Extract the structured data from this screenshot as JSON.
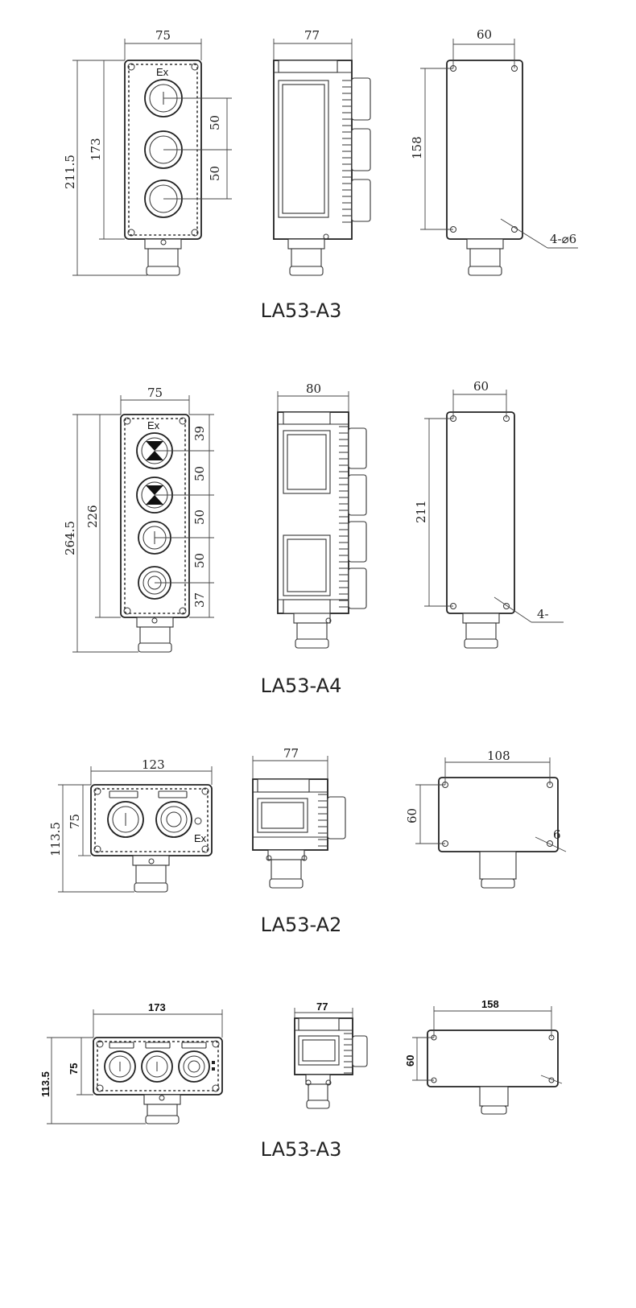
{
  "drawings": [
    {
      "caption": "LA53-A3",
      "front": {
        "width": "75",
        "height_outer": "211.5",
        "height_inner": "173",
        "pitch_1": "50",
        "pitch_2": "50",
        "mark": "Ex"
      },
      "side": {
        "depth": "77"
      },
      "back": {
        "hole_width": "60",
        "hole_height": "158",
        "holes": "4-⌀6"
      }
    },
    {
      "caption": "LA53-A4",
      "front": {
        "width": "75",
        "height_outer": "264.5",
        "height_inner": "226",
        "pitch_0": "39",
        "pitch_1": "50",
        "pitch_2": "50",
        "pitch_3": "50",
        "pitch_4": "37",
        "mark": "Ex"
      },
      "side": {
        "depth": "80"
      },
      "back": {
        "hole_width": "60",
        "hole_height": "211",
        "holes": "4-"
      }
    },
    {
      "caption": "LA53-A2",
      "front": {
        "width": "123",
        "height_outer": "113.5",
        "height_inner": "75",
        "mark": "Ex"
      },
      "side": {
        "depth": "77"
      },
      "back": {
        "hole_width": "108",
        "hole_height": "60",
        "holes": "6"
      }
    },
    {
      "caption": "LA53-A3",
      "front": {
        "width": "173",
        "height_outer": "113.5",
        "height_inner": "75"
      },
      "side": {
        "depth": "77"
      },
      "back": {
        "hole_width": "158",
        "hole_height": "60"
      }
    }
  ]
}
